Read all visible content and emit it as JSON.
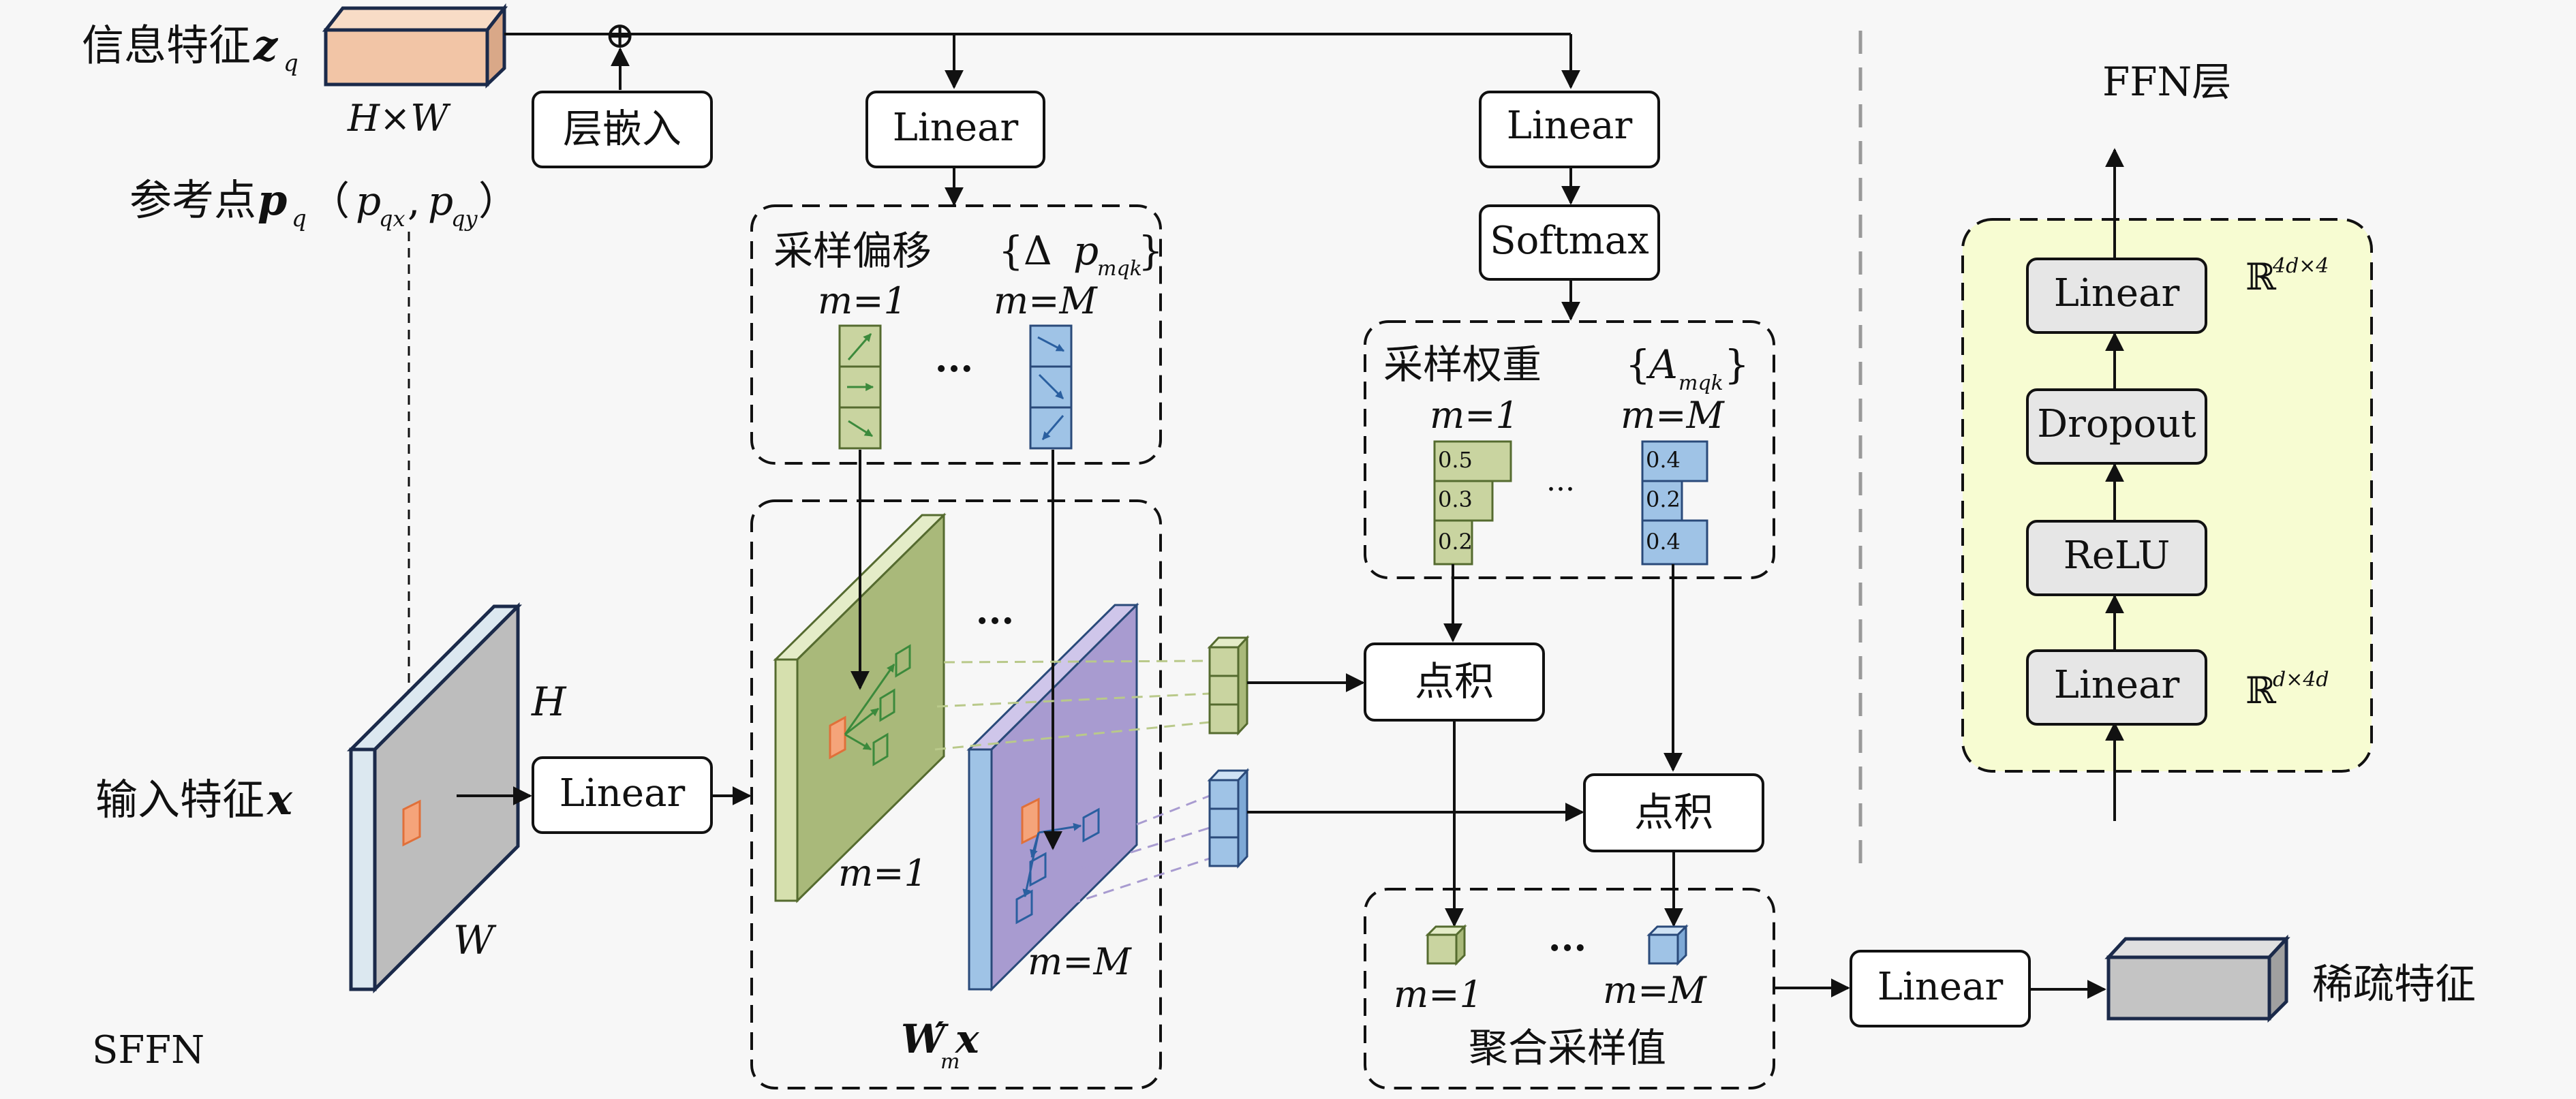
{
  "labels": {
    "query_feature": "信息特征",
    "query_sym": "z",
    "query_sub": "q",
    "hw": "H×W",
    "ref_point": "参考点",
    "ref_sym": "p",
    "ref_sub": "q",
    "ref_coords_open": "（",
    "ref_px": "p",
    "ref_px_sub": "qx",
    "ref_sep": ",",
    "ref_py": "p",
    "ref_py_sub": "qy",
    "ref_coords_close": "）",
    "layer_embed": "层嵌入",
    "input_feature": "输入特征",
    "input_sym": "x",
    "axis_h": "H",
    "axis_w": "W",
    "sffn": "SFFN",
    "sampling_offset": "采样偏移",
    "offset_set_open": "{Δ",
    "offset_set_p": "p",
    "offset_set_sub": "mqk",
    "offset_set_close": "}",
    "m1": "m=1",
    "mM": "m=M",
    "ellipsis": "...",
    "wmx_w": "W",
    "wmx_prime": "′",
    "wmx_sub": "m",
    "wmx_x": "x",
    "sampling_weight": "采样权重",
    "weight_set_open": "{",
    "weight_set_a": "A",
    "weight_set_sub": "mqk",
    "weight_set_close": "}",
    "dot_product": "点积",
    "aggregate": "聚合采样值",
    "sparse_feature": "稀疏特征",
    "ffn_layer": "FFN层",
    "r_top": "ℝ",
    "r_top_sup": "4d×4",
    "r_bottom": "ℝ",
    "r_bottom_sup": "d×4d"
  },
  "nodes": {
    "linear_offset": "Linear",
    "linear_weight": "Linear",
    "softmax": "Softmax",
    "linear_input": "Linear",
    "linear_output": "Linear",
    "ffn_linear_top": "Linear",
    "ffn_dropout": "Dropout",
    "ffn_relu": "ReLU",
    "ffn_linear_bottom": "Linear"
  },
  "weights": {
    "m1": [
      "0.5",
      "0.3",
      "0.2"
    ],
    "mM": [
      "0.4",
      "0.2",
      "0.4"
    ]
  },
  "colors": {
    "query_box": "#f2c5a6",
    "green": "#c9d4a0",
    "green_dark": "#a9b97a",
    "blue": "#9fc3e6",
    "purple": "#a89bd0",
    "gray_plane": "#bdbdbd",
    "ffn_bg": "#f7fcd2",
    "sampling_point": "#f5a47a"
  },
  "symbols": {
    "add": "⊕"
  }
}
